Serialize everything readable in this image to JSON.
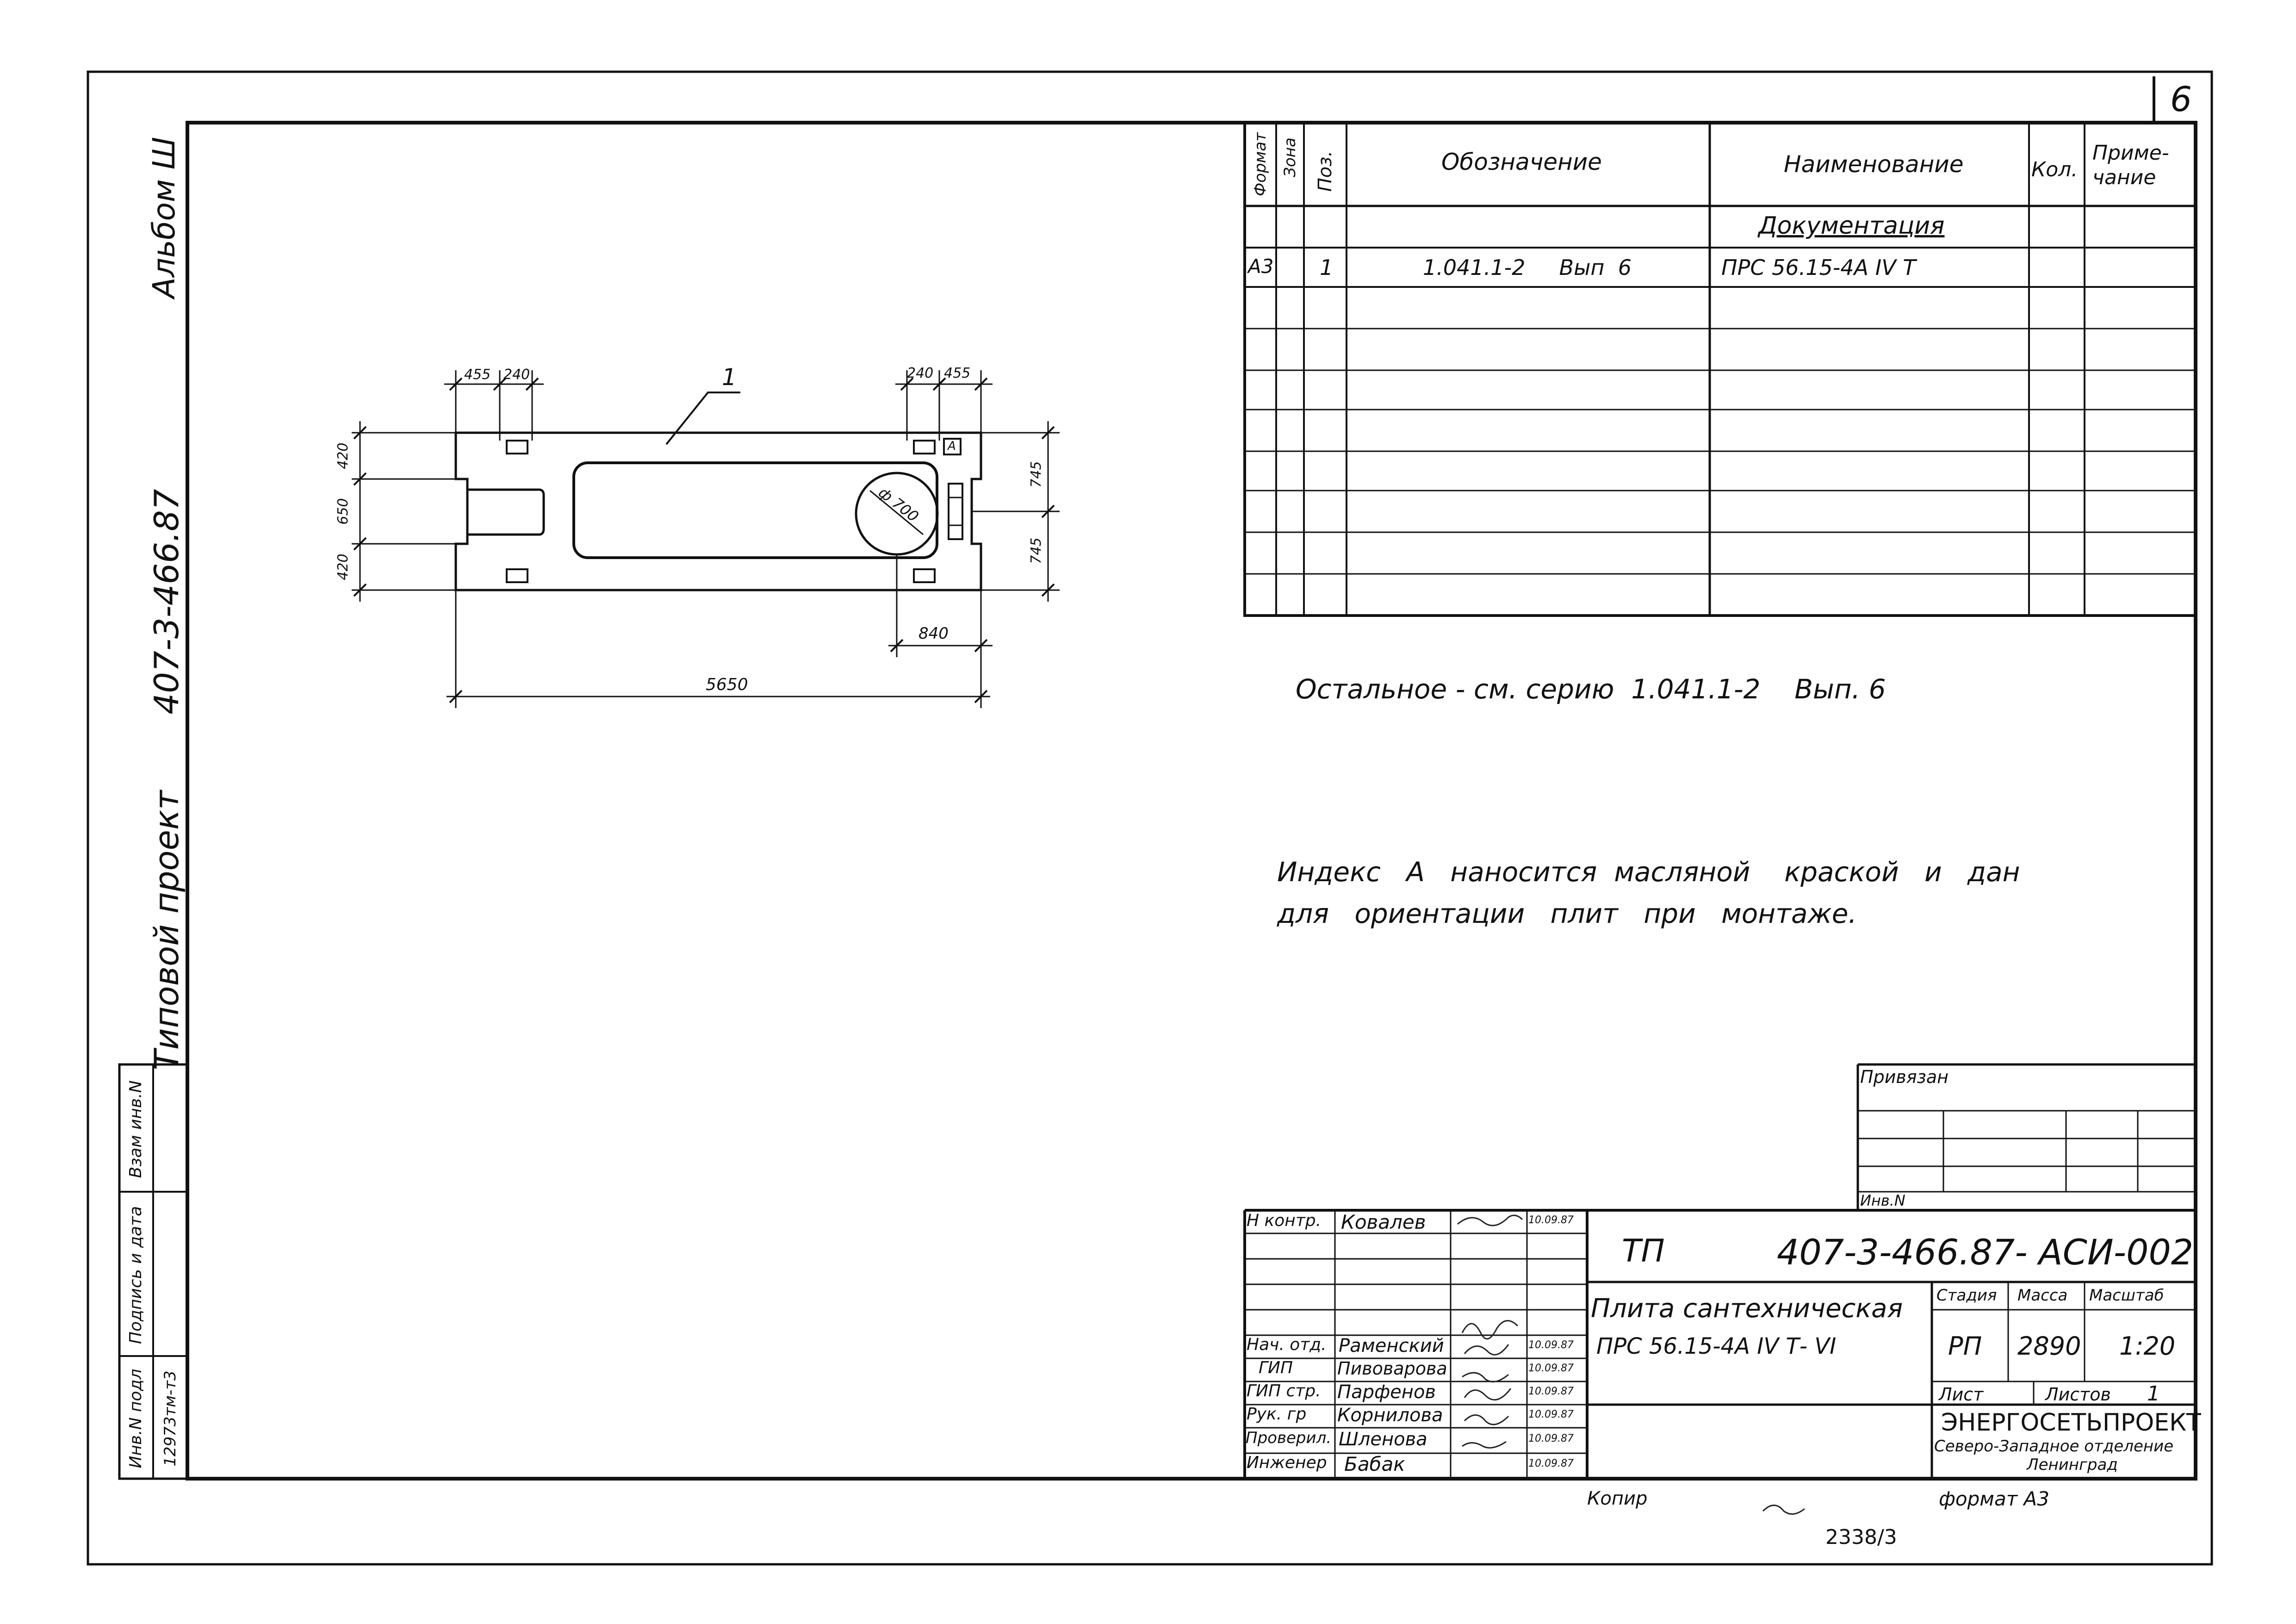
{
  "sheet_number": "6",
  "side_stamp": {
    "album": "Альбом  Ш",
    "project_label": "Типовой  проект",
    "project_code": "407-3-466.87",
    "inv_no_podl": "Инв.N подл",
    "podpis_data": "Подпись и дата",
    "vzam_inv": "Взам инв.N",
    "inv_value": "12973тм-т3"
  },
  "spec_table": {
    "headers": {
      "format": "Формат",
      "zone": "Зона",
      "pos": "Поз.",
      "designation": "Обозначение",
      "name": "Наименование",
      "qty": "Кол.",
      "note": "Приме-\nчание"
    },
    "section": "Документация",
    "rows": [
      {
        "format": "А3",
        "pos": "1",
        "designation": "1.041.1-2     Вып  6",
        "name": "ПРС  56.15-4А IV Т"
      }
    ]
  },
  "notes": {
    "rest": "Остальное - см. серию  1.041.1-2    Вып. 6",
    "index_line1": "Индекс   А   наносится  масляной    краской   и   дан",
    "index_line2": "для   ориентации   плит   при   монтаже."
  },
  "drawing": {
    "dims": {
      "top_left_1": "455",
      "top_left_2": "240",
      "top_right_1": "240",
      "top_right_2": "455",
      "left_1": "420",
      "left_2": "650",
      "left_3": "420",
      "right_1": "745",
      "right_2": "745",
      "bottom_1": "840",
      "bottom_2": "5650",
      "hole": "ф 700",
      "leader": "1",
      "index_mark": "А"
    }
  },
  "title_block": {
    "privyazan": "Привязан",
    "inv_n": "Инв.N",
    "tp": "ТП",
    "code": "407-3-466.87- АСИ-002",
    "title_line1": "Плита  сантехническая",
    "title_line2": "ПРС  56.15-4А IV Т- VI",
    "stage_label": "Стадия",
    "mass_label": "Масса",
    "scale_label": "Масштаб",
    "stage": "РП",
    "mass": "2890",
    "scale": "1:20",
    "sheet_label": "Лист",
    "sheets_label": "Листов",
    "sheets": "1",
    "org1": "ЭНЕРГОСЕТЬПРОЕКТ",
    "org2": "Северо-Западное отделение",
    "org3": "Ленинград",
    "format": "формат  А3",
    "kopir": "Копир",
    "signatures": [
      {
        "role": "Н контр.",
        "name": "Ковалев",
        "date": "10.09.87"
      },
      {
        "role": "Нач. отд.",
        "name": "Раменский",
        "date": "10.09.87"
      },
      {
        "role": "ГИП",
        "name": "Пивоварова",
        "date": "10.09.87"
      },
      {
        "role": "ГИП стр.",
        "name": "Парфенов",
        "date": "10.09.87"
      },
      {
        "role": "Рук. гр",
        "name": "Корнилова",
        "date": "10.09.87"
      },
      {
        "role": "Проверил.",
        "name": "Шленова",
        "date": "10.09.87"
      },
      {
        "role": "Инженер",
        "name": "Бабак",
        "date": "10.09.87"
      }
    ]
  },
  "archive_no": "2338/3"
}
